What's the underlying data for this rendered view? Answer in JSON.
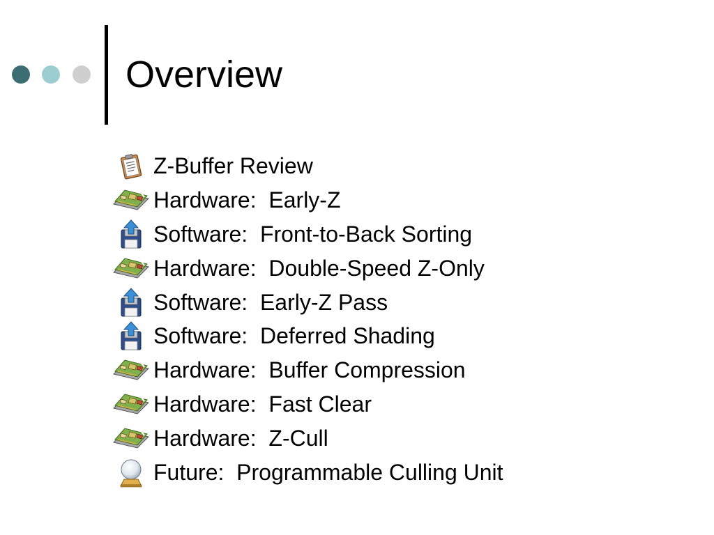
{
  "slide": {
    "title": "Overview"
  },
  "bullets": [
    {
      "icon": "clipboard-icon",
      "text": "Z-Buffer Review"
    },
    {
      "icon": "circuit-board-icon",
      "text": "Hardware:  Early-Z"
    },
    {
      "icon": "floppy-disk-icon",
      "text": "Software:  Front-to-Back Sorting"
    },
    {
      "icon": "circuit-board-icon",
      "text": "Hardware:  Double-Speed Z-Only"
    },
    {
      "icon": "floppy-disk-icon",
      "text": "Software:  Early-Z Pass"
    },
    {
      "icon": "floppy-disk-icon",
      "text": "Software:  Deferred Shading"
    },
    {
      "icon": "circuit-board-icon",
      "text": "Hardware:  Buffer Compression"
    },
    {
      "icon": "circuit-board-icon",
      "text": "Hardware:  Fast Clear"
    },
    {
      "icon": "circuit-board-icon",
      "text": "Hardware:  Z-Cull"
    },
    {
      "icon": "crystal-ball-icon",
      "text": "Future:  Programmable Culling Unit"
    }
  ],
  "colors": {
    "dot_dark": "#3b6e73",
    "dot_light": "#9ccdd1",
    "dot_gray": "#cfcfcf"
  }
}
